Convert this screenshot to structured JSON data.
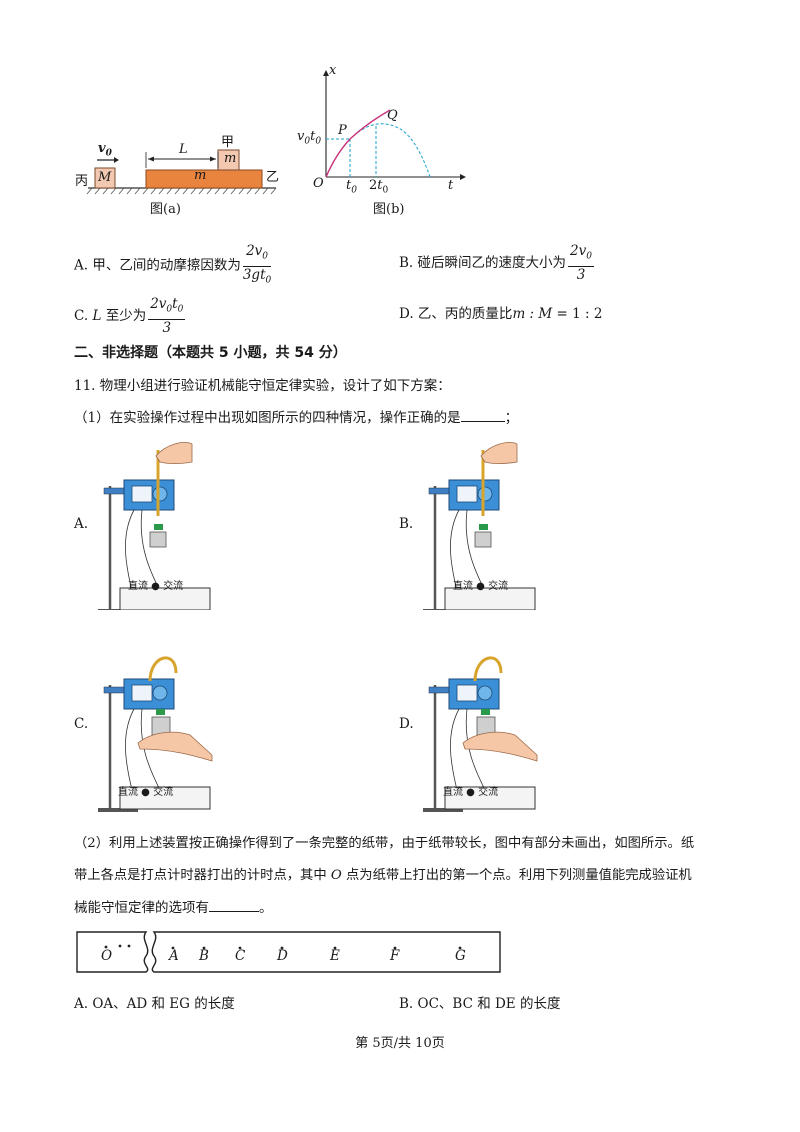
{
  "figure_a": {
    "caption": "图(a)",
    "v0": "v",
    "v0_sub": "0",
    "L": "L",
    "jia": "甲",
    "block_m": "m",
    "board_m": "m",
    "bing": "丙",
    "block_M": "M",
    "yi": "乙"
  },
  "figure_b": {
    "caption": "图(b)",
    "x_axis": "x",
    "t_axis": "t",
    "origin": "O",
    "P": "P",
    "Q": "Q",
    "ylabel_v": "v",
    "ylabel_sub0": "0",
    "ylabel_t": "t",
    "ylabel_sub1": "0",
    "t0": "t",
    "t0_sub": "0",
    "t2_coef": "2",
    "t2": "t",
    "t2_sub": "0"
  },
  "q10": {
    "A_prefix": "A. 甲、乙间的动摩擦因数为",
    "A_num": "2v",
    "A_num_sub": "0",
    "A_den": "3gt",
    "A_den_sub": "0",
    "B_prefix": "B. 碰后瞬间乙的速度大小为",
    "B_num": "2v",
    "B_num_sub": "0",
    "B_den": "3",
    "C_prefix": "C. ",
    "C_L": "L",
    "C_mid": " 至少为",
    "C_num": "2v",
    "C_num_sub": "0",
    "C_num_t": "t",
    "C_num_t_sub": "0",
    "C_den": "3",
    "D_prefix": "D. 乙、丙的质量比",
    "D_expr": "m : M",
    "D_suffix": " = 1 : 2"
  },
  "section2_title": "二、非选择题（本题共 5 小题，共 54 分）",
  "q11": {
    "stem": "11. 物理小组进行验证机械能守恒定律实验，设计了如下方案：",
    "part1": "（1）在实验操作过程中出现如图所示的四种情况，操作正确的是",
    "part1_end": "；",
    "option_labels": [
      "A.",
      "B.",
      "C.",
      "D."
    ],
    "power_dc": "直流",
    "power_ac": "交流",
    "part2_line1": "（2）利用上述装置按正确操作得到了一条完整的纸带，由于纸带较长，图中有部分未画出，如图所示。纸",
    "part2_line2_a": "带上各点是打点计时器打出的计时点，其中 ",
    "part2_line2_O": "O",
    "part2_line2_b": " 点为纸带上打出的第一个点。利用下列测量值能完成验证机",
    "part2_line3": "械能守恒定律的选项有",
    "part2_line3_end": "。",
    "tape_points": [
      "O",
      "A",
      "B",
      "C",
      "D",
      "E",
      "F",
      "G"
    ],
    "optA": "A. OA、AD 和 EG 的长度",
    "optB": "B. OC、BC 和 DE 的长度"
  },
  "footer": "第 5页/共 10页"
}
